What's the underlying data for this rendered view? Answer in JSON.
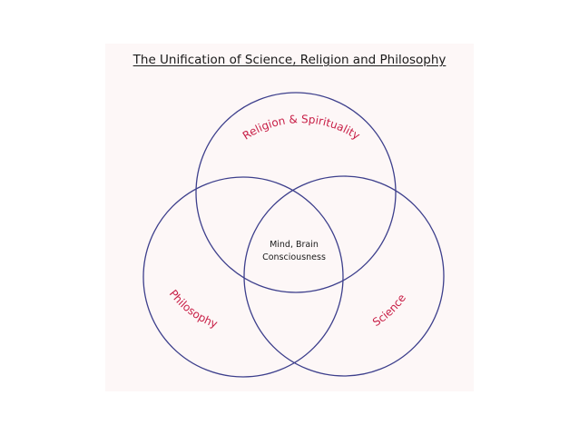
{
  "title": "The Unification of Science, Religion and Philosophy",
  "sets": {
    "religion": {
      "label": "Religion & Spirituality"
    },
    "philosophy": {
      "label": "Philosophy"
    },
    "science": {
      "label": "Science"
    }
  },
  "center": {
    "line1": "Mind, Brain",
    "line2": "Consciousness"
  },
  "colors": {
    "circle_stroke": "#3d3f8c",
    "label_text": "#c81e46",
    "background": "#fdf7f7"
  }
}
